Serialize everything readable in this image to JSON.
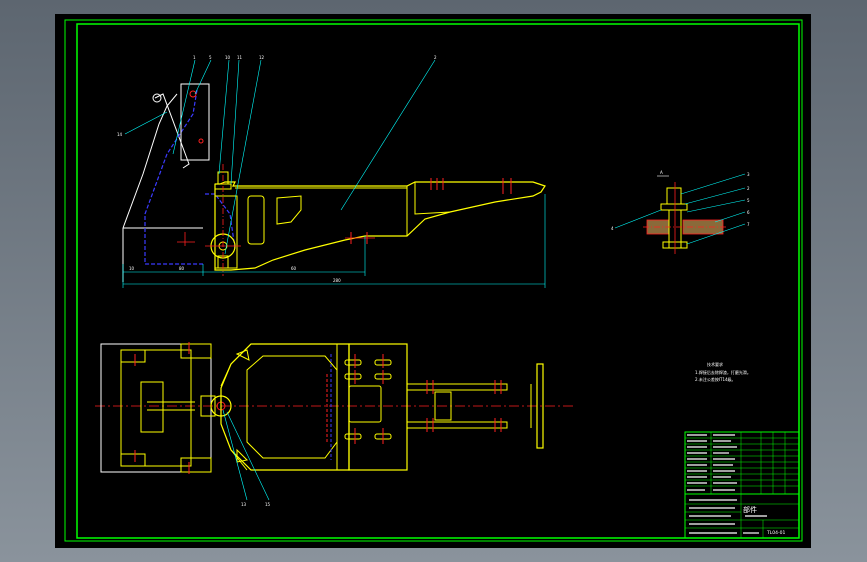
{
  "colors": {
    "background": "#000000",
    "frame": "#00ff00",
    "part": "#ffff00",
    "hidden": "#3b3bff",
    "centerline": "#ff2020",
    "leader": "#00ffff",
    "white": "#ffffff",
    "dimension": "#00ffff"
  },
  "balloons": {
    "b1": "1",
    "b5": "5",
    "b10": "10",
    "b11": "11",
    "b12": "12",
    "b2": "2",
    "b14": "14",
    "b13": "13",
    "b15": "15"
  },
  "detail": {
    "label": "A",
    "callouts": [
      "4",
      "3",
      "2",
      "5",
      "6",
      "7"
    ]
  },
  "notes": {
    "heading": "技术要求",
    "lines": [
      "1.焊接后去除焊渣，打磨光滑。",
      "2.未注公差按IT14级。"
    ]
  },
  "title_block": {
    "name": "部件",
    "code": "TL04-01"
  },
  "dimensions": {
    "overall": "280",
    "a": "60",
    "b": "10",
    "c": "80"
  }
}
